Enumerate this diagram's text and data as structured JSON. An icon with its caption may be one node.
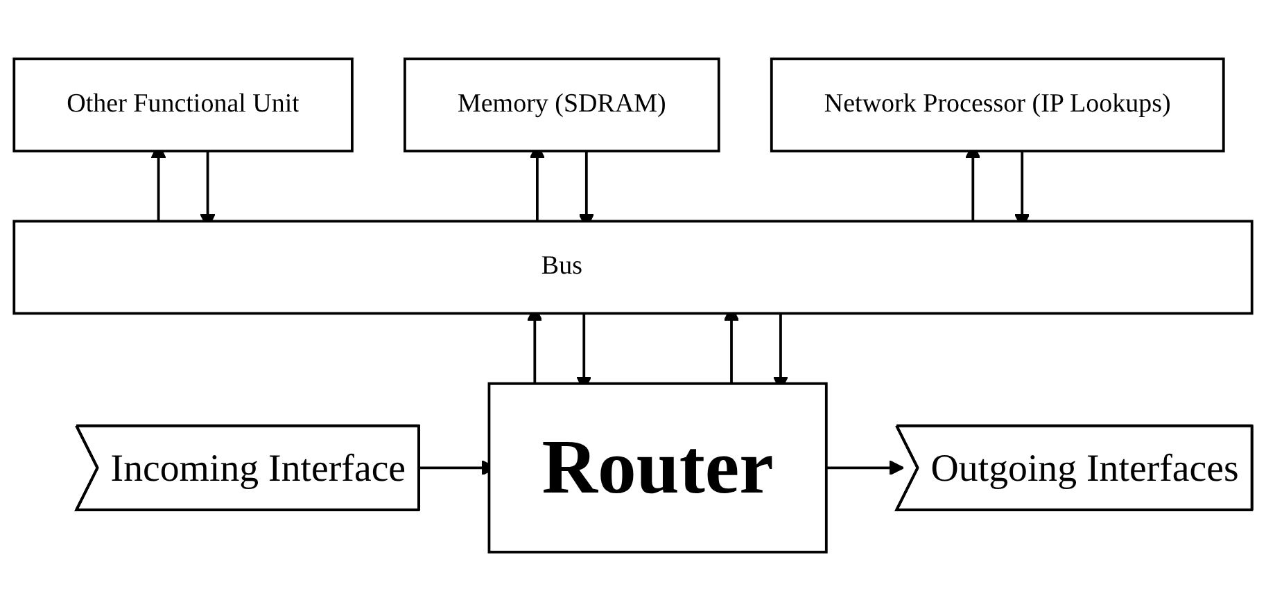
{
  "diagram": {
    "nodes": [
      {
        "text": [
          "Other Functional Unit"
        ]
      },
      {
        "text": [
          "Memory (SDRAM)"
        ]
      },
      {
        "text": [
          "Network Processor (IP Lookups)"
        ]
      },
      {
        "text": [
          "Bus"
        ]
      },
      {
        "text": [
          "Router"
        ]
      },
      {
        "text": [
          "Incoming Interface"
        ]
      },
      {
        "text": [
          "Outgoing Interfaces"
        ]
      }
    ],
    "edges": [
      {
        "from": 3,
        "to": 0,
        "arrow": "to"
      },
      {
        "from": 0,
        "to": 3,
        "arrow": "to"
      },
      {
        "from": 3,
        "to": 1,
        "arrow": "to"
      },
      {
        "from": 1,
        "to": 3,
        "arrow": "to"
      },
      {
        "from": 3,
        "to": 2,
        "arrow": "to"
      },
      {
        "from": 2,
        "to": 3,
        "arrow": "to"
      },
      {
        "from": 4,
        "to": 3,
        "arrow": "to"
      },
      {
        "from": 3,
        "to": 4,
        "arrow": "to"
      },
      {
        "from": 4,
        "to": 3,
        "arrow": "to"
      },
      {
        "from": 3,
        "to": 4,
        "arrow": "to"
      },
      {
        "from": 5,
        "to": 4,
        "arrow": "to"
      },
      {
        "from": 4,
        "to": 6,
        "arrow": "to"
      }
    ]
  }
}
